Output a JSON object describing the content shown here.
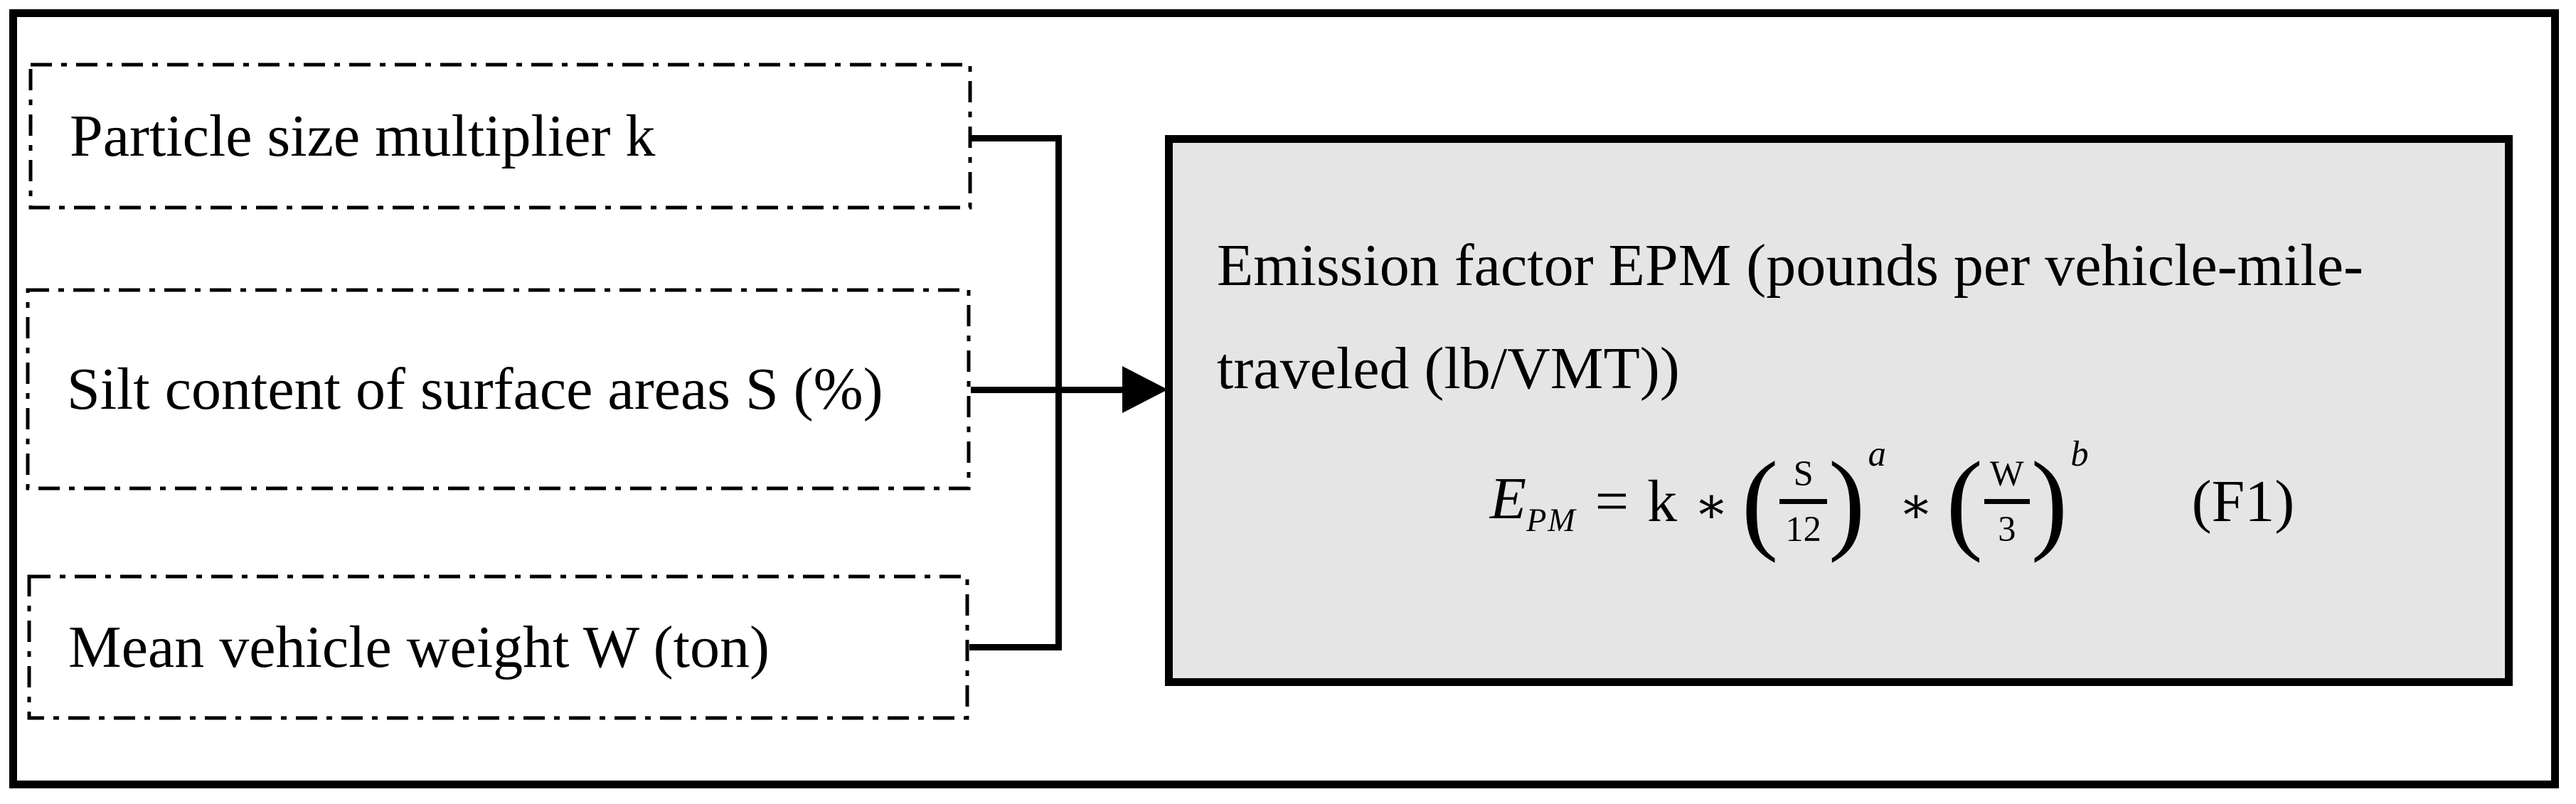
{
  "figure": {
    "inputs": [
      {
        "label": "Particle size multiplier k"
      },
      {
        "label": "Silt content of surface areas S (%)"
      },
      {
        "label": "Mean vehicle weight W (ton)"
      }
    ],
    "output": {
      "heading_line1": "Emission factor EPM (pounds per vehicle-mile-",
      "heading_line2": "traveled (lb/VMT))",
      "formula": {
        "lhs_base": "E",
        "lhs_sub": "PM",
        "equals": "=",
        "coefficient": "k",
        "times1": "∗",
        "lp1": "(",
        "frac1_num": "S",
        "frac1_den": "12",
        "rp1": ")",
        "exp1": "a",
        "times2": "∗",
        "lp2": "(",
        "frac2_num": "W",
        "frac2_den": "3",
        "rp2": ")",
        "exp2": "b",
        "tag": "(F1)"
      }
    },
    "colors": {
      "output_box_fill": "#e5e5e5",
      "stroke": "#000000",
      "background": "#ffffff"
    }
  }
}
